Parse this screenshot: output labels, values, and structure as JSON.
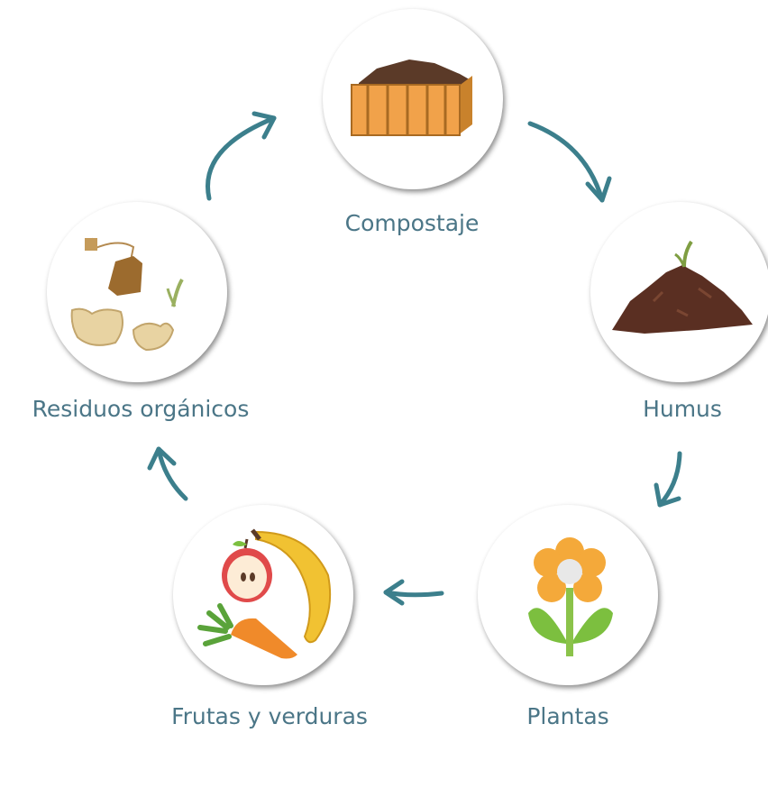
{
  "diagram": {
    "colors": {
      "text": "#4b7687",
      "arrow": "#3c7f8c"
    },
    "nodes": [
      {
        "id": "compostaje",
        "label": "Compostaje",
        "icon": "compost-bin-icon"
      },
      {
        "id": "humus",
        "label": "Humus",
        "icon": "soil-pile-icon"
      },
      {
        "id": "plantas",
        "label": "Plantas",
        "icon": "flower-icon"
      },
      {
        "id": "frutas",
        "label": "Frutas y verduras",
        "icon": "fruit-vegetable-icon"
      },
      {
        "id": "residuos",
        "label": "Residuos orgánicos",
        "icon": "organic-waste-icon"
      }
    ],
    "edges": [
      {
        "from": "compostaje",
        "to": "humus"
      },
      {
        "from": "humus",
        "to": "plantas"
      },
      {
        "from": "plantas",
        "to": "frutas"
      },
      {
        "from": "frutas",
        "to": "residuos"
      },
      {
        "from": "residuos",
        "to": "compostaje"
      }
    ]
  }
}
